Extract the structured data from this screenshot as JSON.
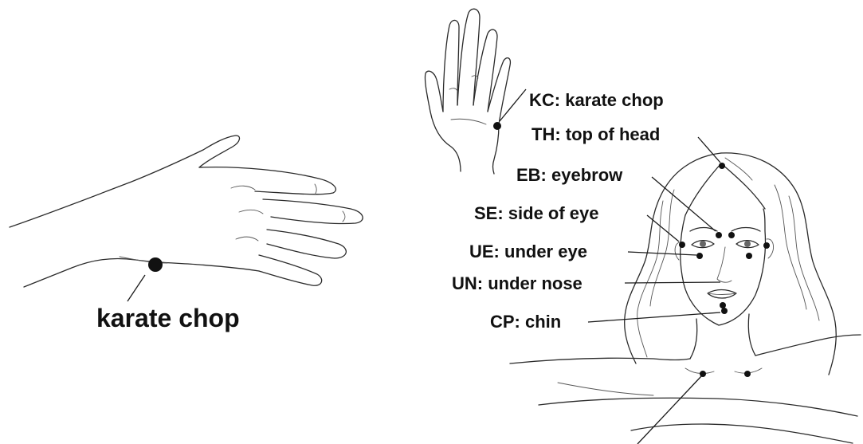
{
  "diagram": {
    "main_label": "karate chop",
    "points": [
      {
        "code": "KC",
        "label": "KC: karate chop"
      },
      {
        "code": "TH",
        "label": "TH: top of head"
      },
      {
        "code": "EB",
        "label": "EB: eyebrow"
      },
      {
        "code": "SE",
        "label": "SE: side of eye"
      },
      {
        "code": "UE",
        "label": "UE: under eye"
      },
      {
        "code": "UN",
        "label": "UN: under nose"
      },
      {
        "code": "CP",
        "label": "CP: chin"
      }
    ]
  }
}
